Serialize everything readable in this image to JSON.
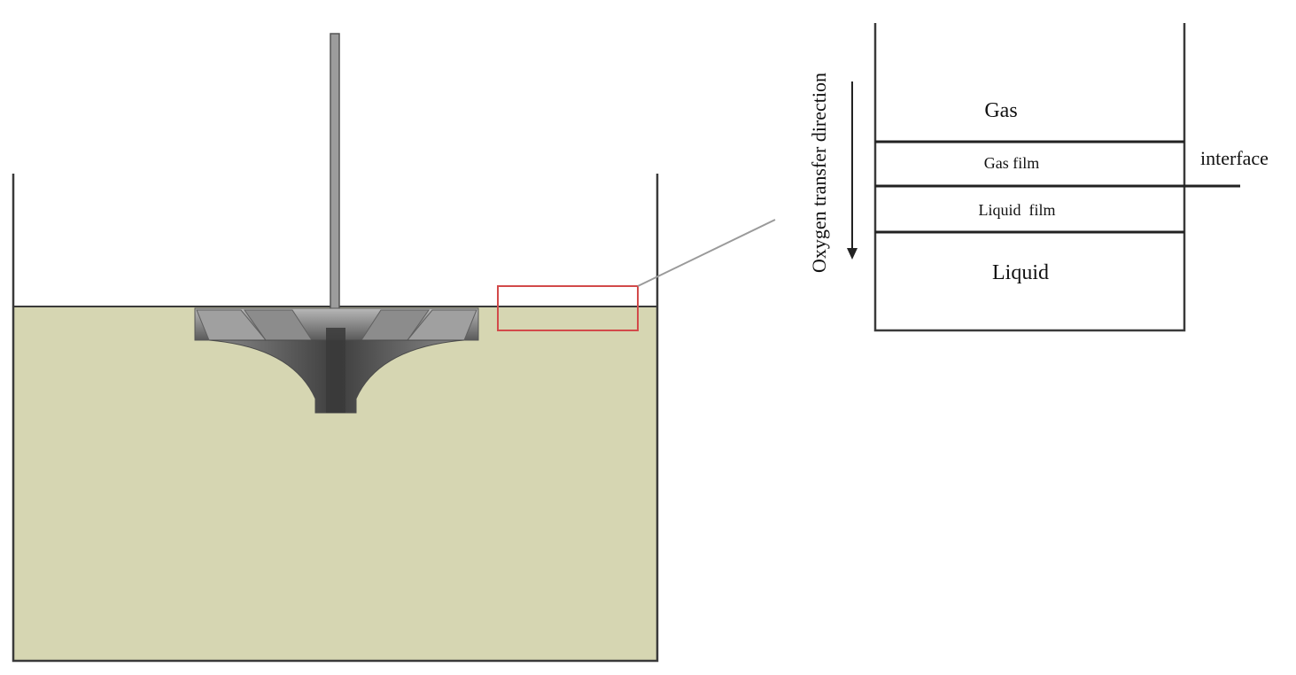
{
  "film_diagram": {
    "gas_label": "Gas",
    "gas_film_label": "Gas film",
    "liquid_film_label": "Liquid  film",
    "liquid_label": "Liquid",
    "interface_label": "interface",
    "direction_label": "Oxygen transfer direction"
  },
  "colors": {
    "liquid_fill": "#d6d6b2",
    "outline": "#3a3a3a",
    "highlight_box": "#d24a4a",
    "impeller_dark": "#4a4a4a",
    "impeller_light": "#a4a4a4",
    "leader_line": "#9a9a9a"
  }
}
